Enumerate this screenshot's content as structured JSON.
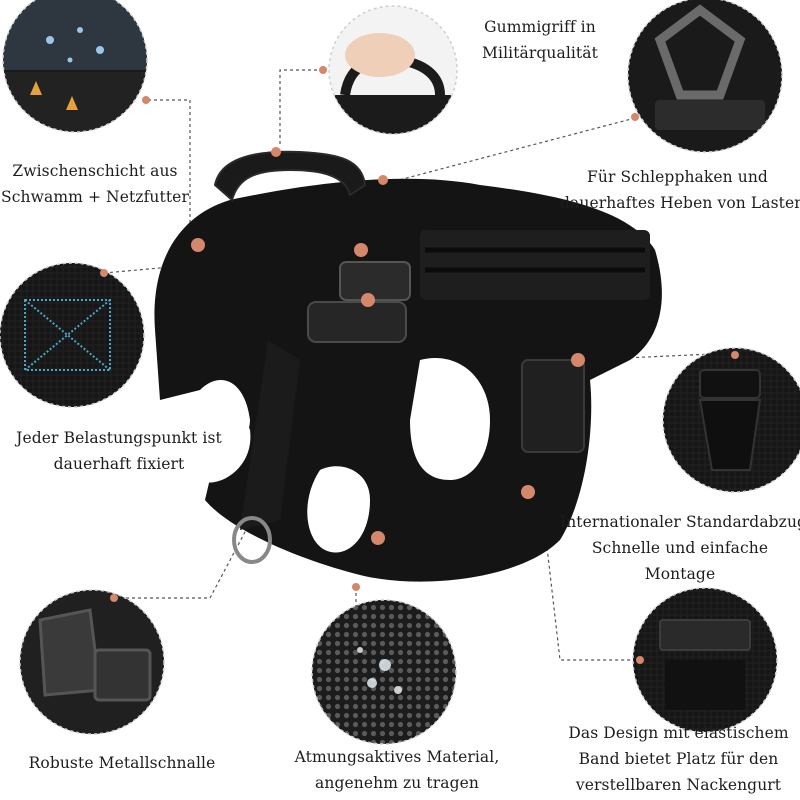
{
  "callouts": {
    "handle": {
      "lines": [
        "Gummigriff in",
        "Militärqualität"
      ]
    },
    "ring": {
      "lines": [
        "Für Schlepphaken und",
        "dauerhaftes Heben von Lasten"
      ]
    },
    "sponge": {
      "lines": [
        "Zwischenschicht aus",
        "Schwamm + Netzfutter"
      ]
    },
    "stitch": {
      "lines": [
        "Jeder Belastungspunkt ist",
        "dauerhaft fixiert"
      ]
    },
    "buckle": {
      "lines": [
        "Internationaler Standardabzug.",
        "Schnelle und einfache",
        "Montage"
      ]
    },
    "metal": {
      "lines": [
        "Robuste Metallschnalle"
      ]
    },
    "mesh": {
      "lines": [
        "Atmungsaktives Material,",
        "angenehm zu tragen"
      ]
    },
    "elastic": {
      "lines": [
        "Das Design mit elastischem",
        "Band bietet Platz für den",
        "verstellbaren Nackengurt"
      ]
    }
  },
  "colors": {
    "accent_dot": "#d4876b",
    "leader_line": "#555555",
    "harness": "#141414",
    "circle_border": "#cfcfcf"
  }
}
